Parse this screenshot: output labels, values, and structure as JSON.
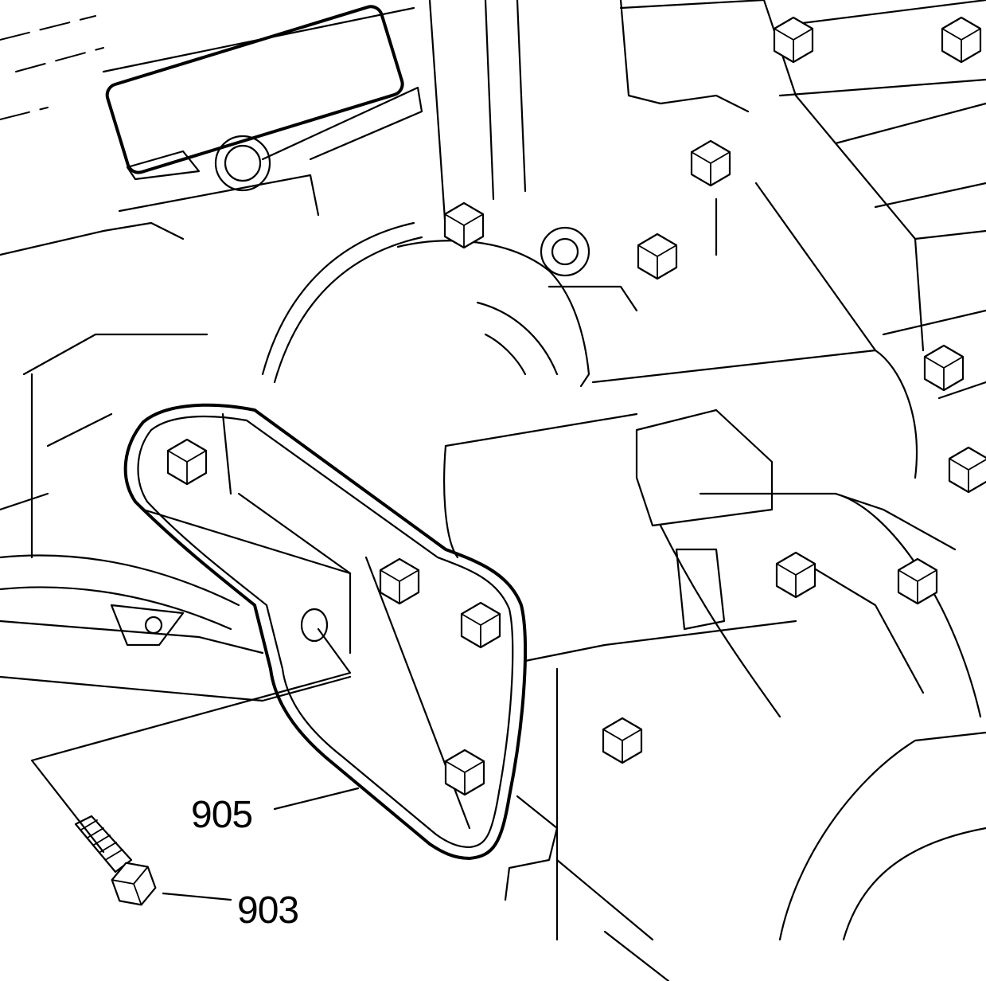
{
  "callouts": [
    {
      "id": "905",
      "label": "905"
    },
    {
      "id": "903",
      "label": "903"
    }
  ],
  "colors": {
    "line": "#000000",
    "background": "#ffffff"
  }
}
